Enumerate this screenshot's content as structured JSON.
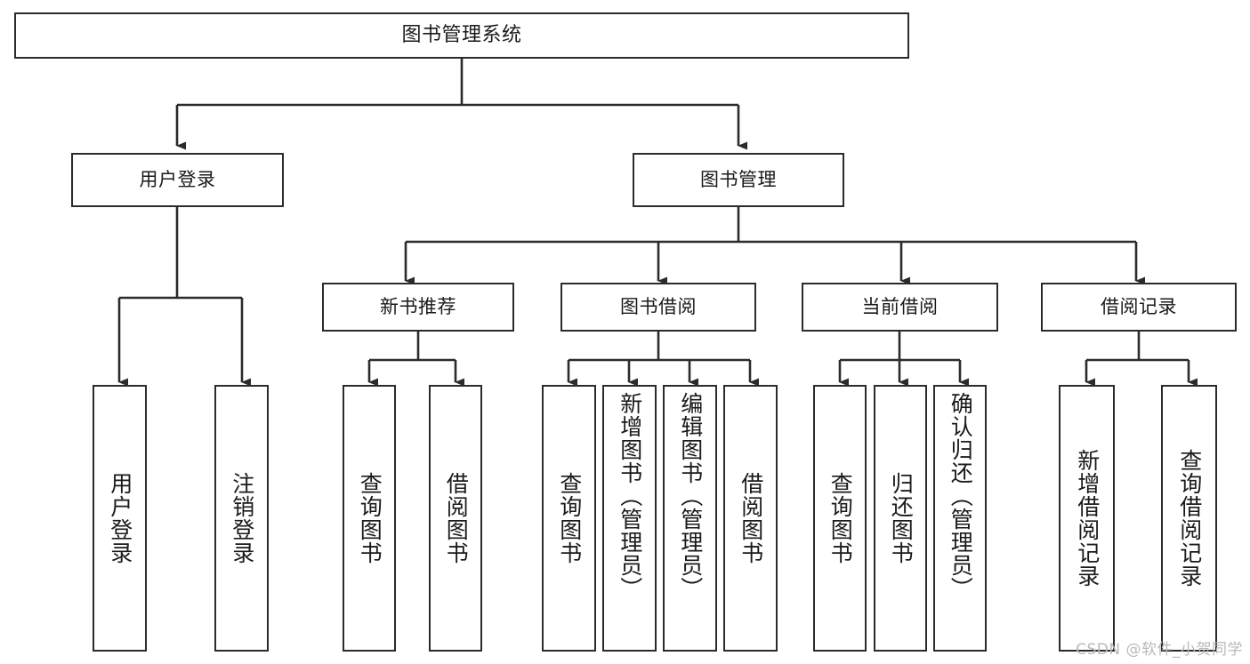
{
  "diagram": {
    "title": "图书管理系统",
    "type": "functional-structure-tree",
    "root": {
      "id": "root",
      "label": "图书管理系统"
    },
    "level1": [
      {
        "id": "user-login",
        "label": "用户登录"
      },
      {
        "id": "book-manage",
        "label": "图书管理"
      }
    ],
    "level2": [
      {
        "id": "new-book-rec",
        "label": "新书推荐",
        "parent": "book-manage"
      },
      {
        "id": "book-borrow",
        "label": "图书借阅",
        "parent": "book-manage"
      },
      {
        "id": "current-borrow",
        "label": "当前借阅",
        "parent": "book-manage"
      },
      {
        "id": "borrow-record",
        "label": "借阅记录",
        "parent": "book-manage"
      }
    ],
    "leaves": {
      "user_login": [
        {
          "id": "leaf-user-login",
          "label": "用户登录"
        },
        {
          "id": "leaf-logout-login",
          "label": "注销登录"
        }
      ],
      "new_book_rec": [
        {
          "id": "leaf-query-book-1",
          "label": "查询图书"
        },
        {
          "id": "leaf-borrow-book-1",
          "label": "借阅图书"
        }
      ],
      "book_borrow": [
        {
          "id": "leaf-query-book-2",
          "label": "查询图书"
        },
        {
          "id": "leaf-add-book",
          "label": "新增图书（管理员）"
        },
        {
          "id": "leaf-edit-book",
          "label": "编辑图书（管理员）"
        },
        {
          "id": "leaf-borrow-book-2",
          "label": "借阅图书"
        }
      ],
      "current_borrow": [
        {
          "id": "leaf-query-book-3",
          "label": "查询图书"
        },
        {
          "id": "leaf-return-book",
          "label": "归还图书"
        },
        {
          "id": "leaf-confirm-return",
          "label": "确认归还（管理员）"
        }
      ],
      "borrow_record": [
        {
          "id": "leaf-add-record",
          "label": "新增借阅记录"
        },
        {
          "id": "leaf-query-record",
          "label": "查询借阅记录"
        }
      ]
    }
  },
  "watermark": {
    "text": "CSDN @软件_小贺同学"
  },
  "colors": {
    "stroke": "#2b2b2b",
    "box_fill": "#ffffff",
    "text": "#1a1a1a",
    "background": "#ffffff",
    "watermark": "#b9b9b9"
  }
}
